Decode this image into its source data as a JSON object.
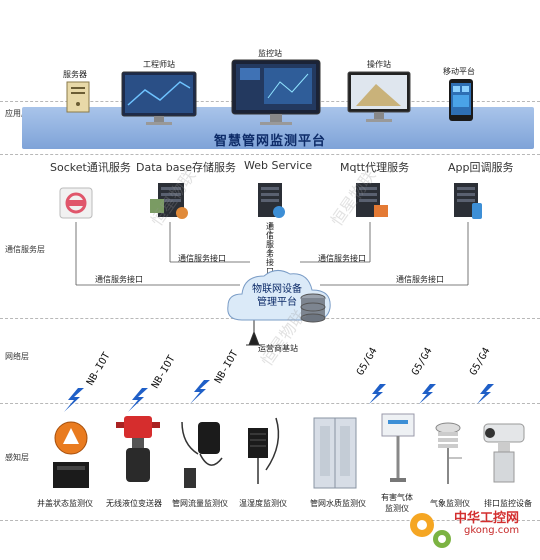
{
  "layers": {
    "app": "应用层",
    "comm": "通信服务层",
    "net": "网络层",
    "sense": "感知层"
  },
  "app_devices": {
    "server": "服务器",
    "workstation": "工程师站",
    "monitor": "监控站",
    "operator": "操作站",
    "mobile": "移动平台"
  },
  "platform_title": "智慧管网监测平台",
  "services": {
    "socket": "Socket通讯服务",
    "database": "Data base存储服务",
    "web": "Web Service",
    "mqtt": "Mqtt代理服务",
    "app": "App回调服务"
  },
  "interface": {
    "label": "通信服务接口",
    "vertical": "通\n信\n服\n务\n接\n口"
  },
  "cloud": {
    "line1": "物联网设备",
    "line2": "管理平台"
  },
  "base_station": "运营商基站",
  "protocols": {
    "nb": "NB-IOT",
    "g": "G5/G4"
  },
  "sensors": [
    "井盖状态监测仪",
    "无线液位变送器",
    "管网流量监测仪",
    "温湿度监测仪",
    "管网水质监测仪",
    "有害气体\n监测仪",
    "气象监测仪",
    "排口监控设备"
  ],
  "watermark": "恒星物联",
  "logo": {
    "name": "中华工控网",
    "url": "gkong.com"
  },
  "colors": {
    "band": "#8fb0e0",
    "title": "#0d2b68",
    "cloud": "#dbeaf8"
  }
}
